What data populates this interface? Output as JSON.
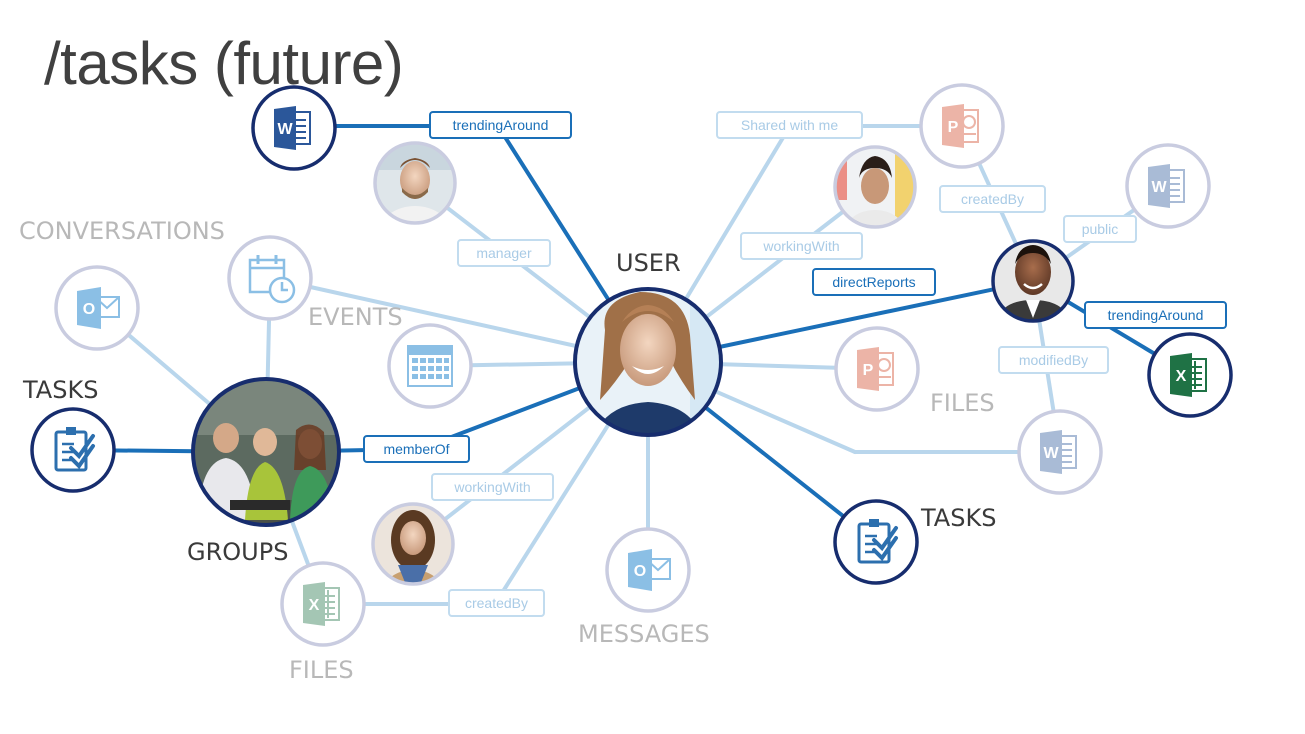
{
  "title": "/tasks (future)",
  "section_labels": {
    "conversations": "CONVERSATIONS",
    "events": "EVENTS",
    "tasks_left": "TASKS",
    "user": "USER",
    "files_right": "FILES",
    "tasks_right": "TASKS",
    "groups": "GROUPS",
    "messages": "MESSAGES",
    "files_bottom": "FILES"
  },
  "edge_labels": {
    "trending_top": "trendingAround",
    "manager": "manager",
    "shared_with_me": "Shared with me",
    "working_with_top": "workingWith",
    "created_by_top": "createdBy",
    "public": "public",
    "direct_reports": "directReports",
    "trending_right": "trendingAround",
    "modified_by": "modifiedBy",
    "member_of": "memberOf",
    "working_with_bottom": "workingWith",
    "created_by_bottom": "createdBy"
  },
  "colors": {
    "active_line": "#1a6fb8",
    "faded_line": "#b9d6ec",
    "active_ring": "#172d6e",
    "faded_ring": "#c9cce0",
    "word_blue": "#2b579a",
    "excel_green": "#1f7245",
    "ppt_orange": "#d24726",
    "outlook_blue": "#0072c6",
    "tasks_blue": "#2c6fae"
  },
  "icons": {
    "word_top": "word-icon",
    "ppt_top": "powerpoint-icon",
    "word_right": "word-icon",
    "excel_right": "excel-icon",
    "ppt_files": "powerpoint-icon",
    "word_files": "word-icon",
    "tasks_right": "tasks-clipboard-icon",
    "tasks_left": "tasks-clipboard-icon",
    "calendar": "calendar-icon",
    "events": "calendar-clock-icon",
    "conversations": "outlook-icon",
    "messages": "outlook-icon",
    "excel_bottom": "excel-icon"
  }
}
